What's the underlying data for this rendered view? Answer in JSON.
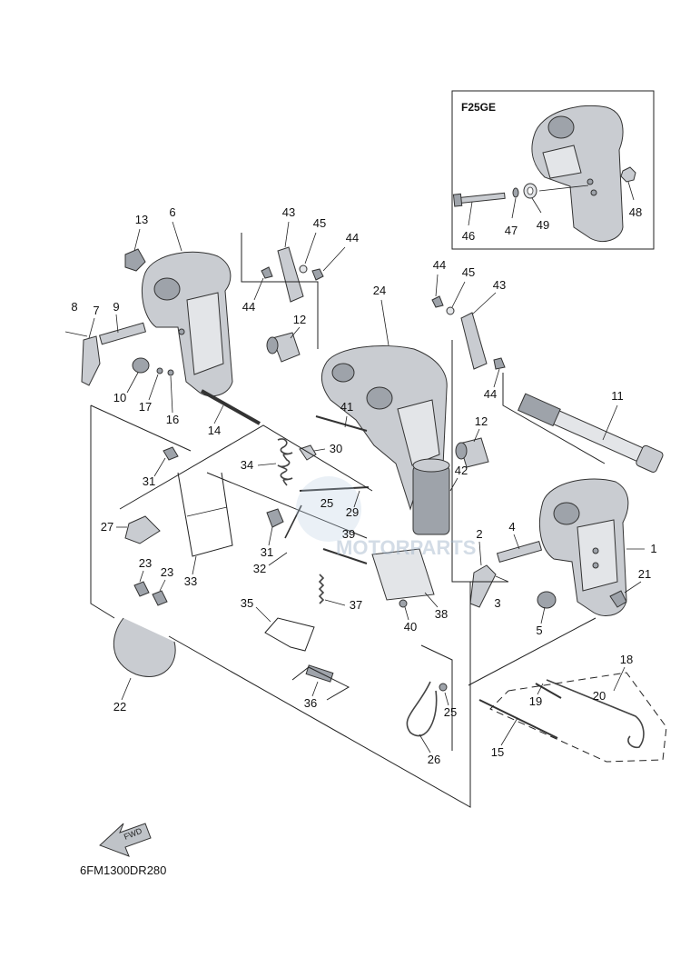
{
  "inset": {
    "title": "F25GE",
    "callouts": [
      "46",
      "47",
      "49",
      "48"
    ]
  },
  "callouts": {
    "c1": "1",
    "c2": "2",
    "c3": "3",
    "c4": "4",
    "c5": "5",
    "c6": "6",
    "c7": "7",
    "c8": "8",
    "c9": "9",
    "c10": "10",
    "c11": "11",
    "c12a": "12",
    "c12b": "12",
    "c13": "13",
    "c14": "14",
    "c15": "15",
    "c16": "16",
    "c17": "17",
    "c18": "18",
    "c19": "19",
    "c20": "20",
    "c21": "21",
    "c22": "22",
    "c23a": "23",
    "c23b": "23",
    "c24": "24",
    "c25a": "25",
    "c25b": "25",
    "c26": "26",
    "c27": "27",
    "c29": "29",
    "c30": "30",
    "c31a": "31",
    "c31b": "31",
    "c32": "32",
    "c33": "33",
    "c34": "34",
    "c35": "35",
    "c36": "36",
    "c37": "37",
    "c38": "38",
    "c39": "39",
    "c40": "40",
    "c41": "41",
    "c42": "42",
    "c43a": "43",
    "c43b": "43",
    "c44a": "44",
    "c44b": "44",
    "c44c": "44",
    "c44d": "44",
    "c45a": "45",
    "c45b": "45"
  },
  "fwd_label": "FWD",
  "diagram_code": "6FM1300DR280",
  "watermark": {
    "line1": "MOTORPARTS"
  }
}
